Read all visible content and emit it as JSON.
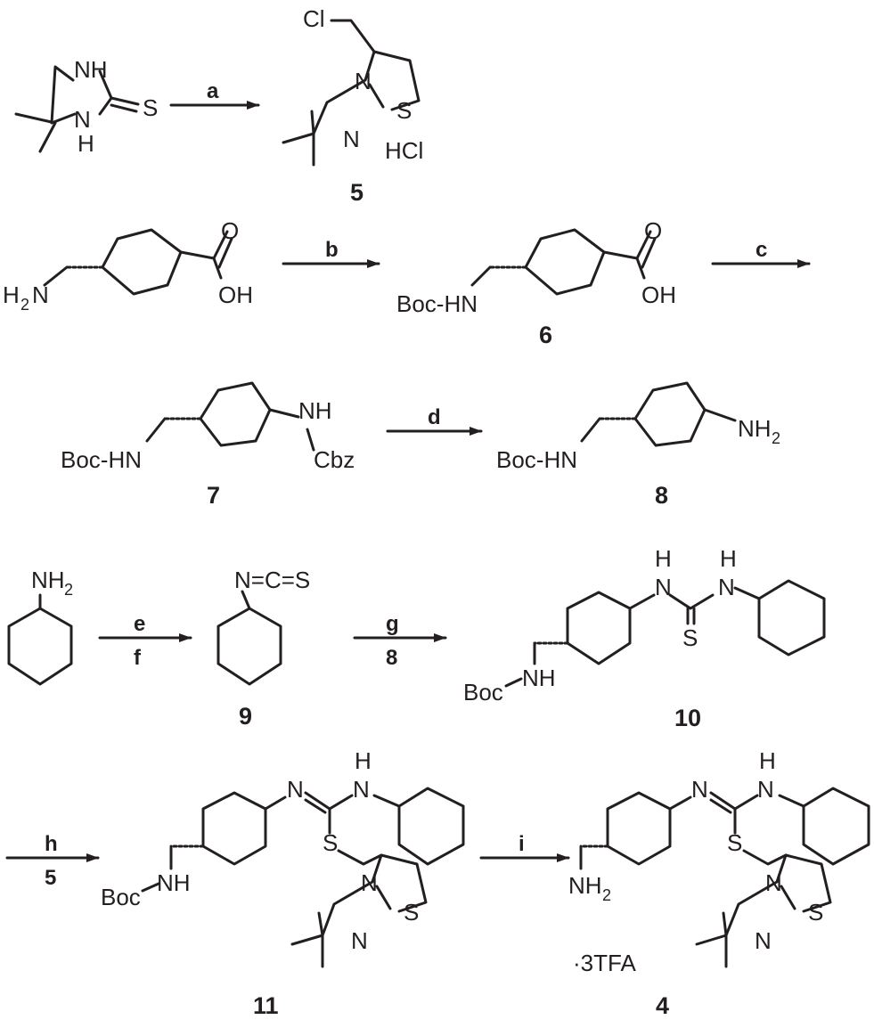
{
  "atoms": {
    "NH": "NH",
    "H": "H",
    "S": "S",
    "N": "N",
    "Cl": "Cl",
    "HCl": "HCl",
    "H2N_H": "H",
    "H2N_N": "N",
    "OH": "OH",
    "O": "O",
    "BocHN": "Boc-HN",
    "Cbz": "Cbz",
    "NH2_N": "NH",
    "sub2": "2",
    "Boc": "Boc",
    "NCS": "N=C=S",
    "TFA": "·3TFA"
  },
  "compound_numbers": {
    "c5": "5",
    "c6": "6",
    "c7": "7",
    "c8": "8",
    "c9": "9",
    "c10": "10",
    "c11": "11",
    "c4": "4"
  },
  "reagents": {
    "a": "a",
    "b": "b",
    "c": "c",
    "d": "d",
    "e": "e",
    "f": "f",
    "g": "g",
    "g8": "8",
    "h": "h",
    "h5": "5",
    "i": "i"
  },
  "colors": {
    "ink": "#231f20",
    "background": "#ffffff"
  }
}
